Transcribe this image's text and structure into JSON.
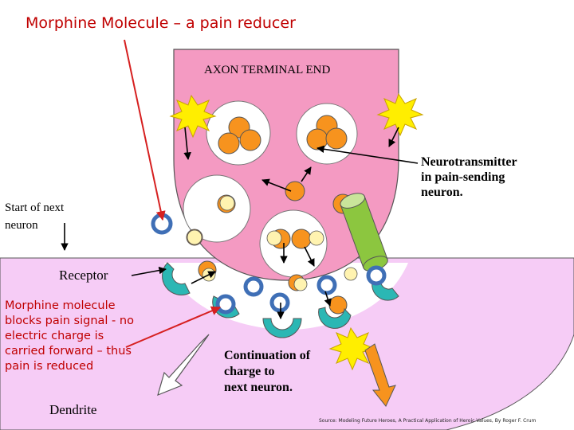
{
  "title": "Morphine Molecule – a pain reducer",
  "labels": {
    "axon_terminal": "AXON TERMINAL END",
    "neurotransmitter": "Neurotransmitter\nin pain-sending\nneuron.",
    "start_next_neuron": "Start of next\nneuron",
    "receptor": "Receptor",
    "morphine_blocks": "Morphine molecule\nblocks pain signal - no\nelectric charge is\ncarried forward – thus\npain is reduced",
    "continuation": "Continuation of\ncharge to\nnext neuron.",
    "dendrite": "Dendrite"
  },
  "source": "Source: Modeling Future Heroes, A Practical Application of Heroic Values, By Roger F. Crum",
  "colors": {
    "title_red": "#c00000",
    "axon_pink": "#f49ac2",
    "dendrite_lavender": "#f6ccf6",
    "neurotransmitter_orange": "#f7931e",
    "receptor_teal": "#2bb7b4",
    "morphine_blue": "#3f6fb6",
    "channel_green": "#8cc63f",
    "signal_yellow": "#ffee00"
  }
}
